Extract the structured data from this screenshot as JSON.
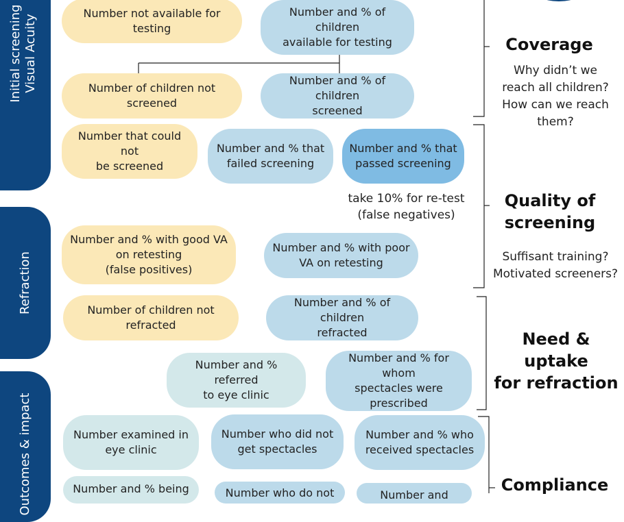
{
  "phases": {
    "initial_screening": "Initial screening\nVisual Acuity",
    "refraction": "Refraction",
    "outcomes": "Outcomes & impact"
  },
  "nodes": {
    "not_available": "Number not available for testing",
    "available": "Number and % of children\navailable for testing",
    "not_screened": "Number of children not\nscreened",
    "screened": "Number and % of children\nscreened",
    "could_not_screen": "Number that could not\nbe screened",
    "failed": "Number and % that\nfailed screening",
    "passed": "Number and % that\npassed screening",
    "good_va": "Number and % with good VA\non retesting\n(false positives)",
    "poor_va": "Number and % with poor\nVA on retesting",
    "not_refracted": "Number of children not\nrefracted",
    "refracted": "Number and % of children\nrefracted",
    "referred": "Number and % referred\nto eye clinic",
    "prescribed": "Number and % for whom\nspectacles were\nprescribed",
    "examined": "Number examined in\neye clinic",
    "no_spectacles": "Number who did not\nget spectacles",
    "received": "Number and % who\nreceived spectacles",
    "being": "Number and % being",
    "do_not": "Number who do not",
    "bottom_right": "Number and"
  },
  "notes": {
    "retest": "take 10% for re-test\n(false negatives)"
  },
  "sections": {
    "coverage": {
      "title": "Coverage",
      "question": "Why didn’t we\nreach all children?\nHow can we reach\nthem?"
    },
    "quality": {
      "title": "Quality of\nscreening",
      "question": "Suffisant training?\nMotivated screeners?"
    },
    "need": {
      "title": "Need & uptake\nfor refraction"
    },
    "compliance": {
      "title": "Compliance"
    }
  },
  "colors": {
    "phase": "#0e467f",
    "cream": "#fbe8b7",
    "pale_blue": "#bcdaea",
    "pale_green": "#d3e8ea",
    "medium_blue": "#7fbbe3"
  }
}
